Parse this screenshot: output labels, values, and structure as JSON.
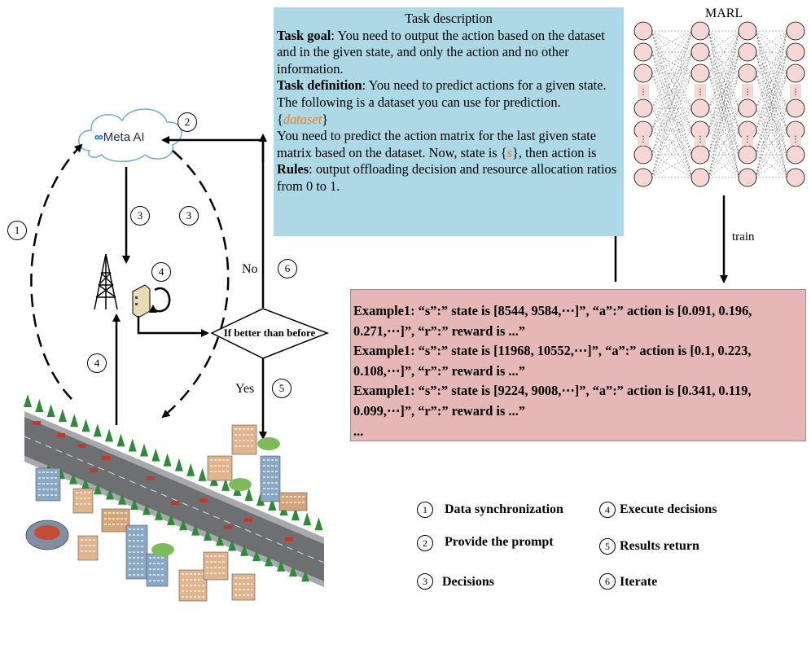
{
  "task": {
    "title": "Task description",
    "goal_label": "Task goal",
    "goal_text": ": You need to output the action based on the dataset and in the given state, and only the action and no other information.",
    "definition_label": "Task definition",
    "definition_text": ": You need to predict actions for a given state. The following is a dataset you can use for prediction.",
    "dataset_open": "{",
    "dataset_var": "dataset",
    "dataset_close": "}",
    "predict_text": "You need to predict the action matrix for the last given state matrix based on the dataset. Now, state is {",
    "s_var": "s",
    "predict_text_end": "}, then action is",
    "rules_label": "Rules",
    "rules_text": ": output offloading decision and resource allocation ratios from 0 to 1."
  },
  "marl": {
    "title": "MARL",
    "train_label": "train"
  },
  "examples": [
    "Example1: “s”:” state is [8544, 9584,⋯]”, “a”:” action is [0.091, 0.196, 0.271,⋯]”, “r”:” reward is ...”",
    "Example1: “s”:” state is [11968, 10552,⋯]”, “a”:” action is [0.1, 0.223, 0.108,⋯]”, “r”:” reward is ...”",
    "Example1: “s”:” state is [9224, 9008,⋯]”, “a”:” action is [0.341, 0.119, 0.099,⋯]”, “r”:” reward is ...”",
    "..."
  ],
  "cloud": {
    "brand": "Meta AI"
  },
  "decision": {
    "text": "If better than before",
    "no_label": "No",
    "yes_label": "Yes"
  },
  "step_numbers": [
    "1",
    "2",
    "3",
    "3",
    "4",
    "4",
    "5",
    "6"
  ],
  "legend": [
    {
      "num": "1",
      "label": "Data synchronization"
    },
    {
      "num": "2",
      "label": "Provide the prompt"
    },
    {
      "num": "3",
      "label": "Decisions"
    },
    {
      "num": "4",
      "label": "Execute decisions"
    },
    {
      "num": "5",
      "label": "Results return"
    },
    {
      "num": "6",
      "label": "Iterate"
    }
  ],
  "colors": {
    "task_bg": "#add8e6",
    "example_bg": "#e6b7b7",
    "neuron": "#f7d6d6",
    "dataset_accent": "#e8811a",
    "road": "#6d6f73",
    "tree": "#2f8a3a"
  }
}
